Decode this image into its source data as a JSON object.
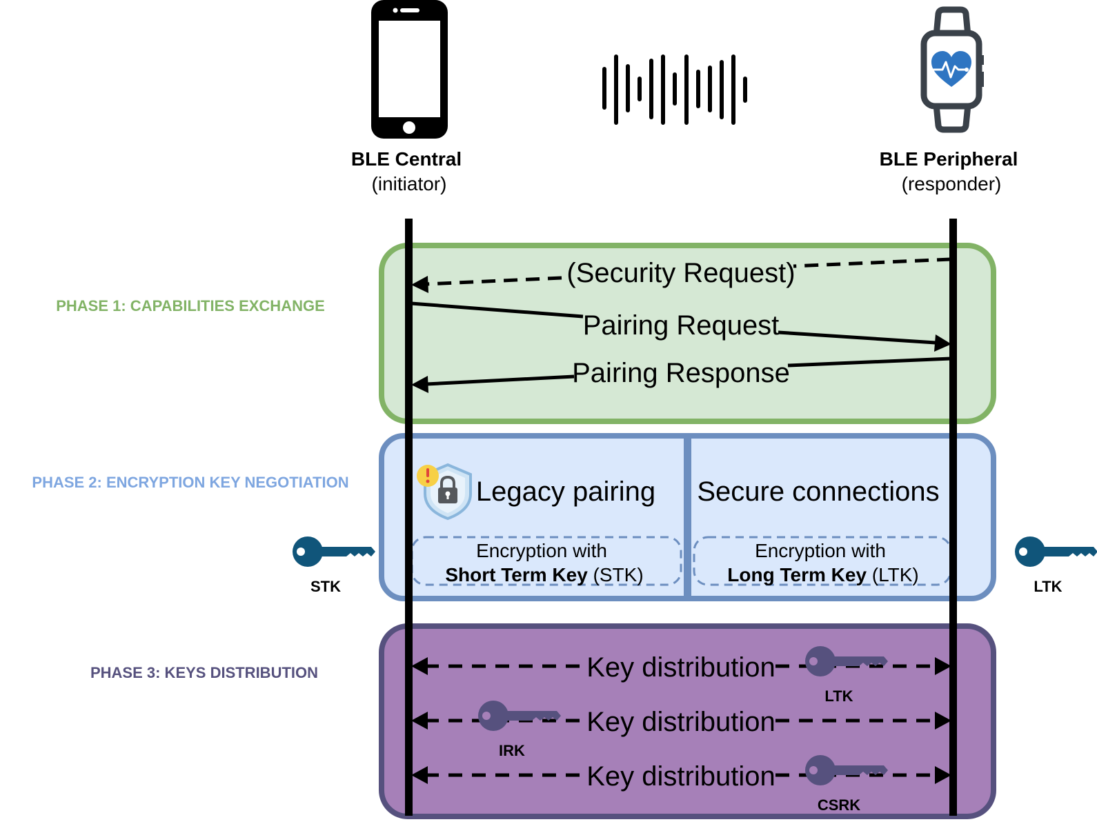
{
  "central": {
    "title": "BLE Central",
    "role": "(initiator)",
    "icon": "smartphone-icon"
  },
  "peripheral": {
    "title": "BLE Peripheral",
    "role": "(responder)",
    "icon": "smartwatch-heart-icon"
  },
  "signal_icon": "sound-wave-icon",
  "phases": [
    {
      "label": "PHASE 1: CAPABILITIES EXCHANGE",
      "color": "#82b366",
      "fill": "#d5e8d4"
    },
    {
      "label": "PHASE 2: ENCRYPTION KEY NEGOTIATION",
      "color": "#6c8ebf",
      "fill": "#dae8fc"
    },
    {
      "label": "PHASE 3: KEYS DISTRIBUTION",
      "color": "#56517e",
      "fill": "#a680b8"
    }
  ],
  "phase1_messages": {
    "security_request": "(Security Request)",
    "pairing_request": "Pairing Request",
    "pairing_response": "Pairing Response"
  },
  "phase2": {
    "legacy": {
      "title": "Legacy pairing",
      "icon": "shield-lock-warning-icon",
      "line1": "Encryption with",
      "key_bold": "Short Term Key",
      "key_abbr": "(STK)"
    },
    "secure": {
      "title": "Secure connections",
      "line1": "Encryption with",
      "key_bold": "Long Term Key",
      "key_abbr": "(LTK)"
    },
    "left_key": {
      "label": "STK",
      "color": "#10557a"
    },
    "right_key": {
      "label": "LTK",
      "color": "#10557a"
    }
  },
  "phase3": {
    "message": "Key distribution",
    "keys": [
      {
        "label": "LTK",
        "color": "#56517e"
      },
      {
        "label": "IRK",
        "color": "#56517e"
      },
      {
        "label": "CSRK",
        "color": "#56517e"
      }
    ]
  }
}
